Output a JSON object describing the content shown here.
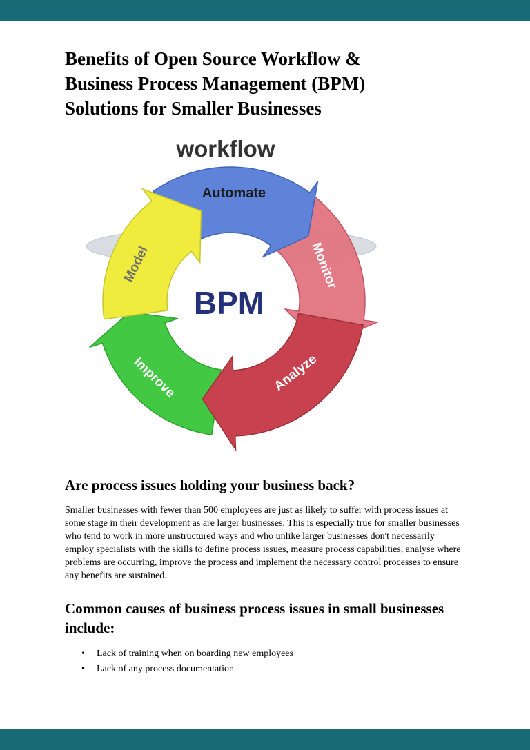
{
  "page": {
    "frame_color": "#186b76",
    "background": "#ffffff"
  },
  "article": {
    "title_lines": [
      "Benefits of Open Source Workflow &",
      "Business Process Management (BPM)",
      "Solutions for Smaller Businesses"
    ],
    "section1": {
      "heading": "Are process issues holding your business back?",
      "body": "Smaller businesses with fewer than 500 employees are just as likely to suffer with process issues at some stage in their development as are larger businesses. This is especially true for smaller businesses who tend to work in more unstructured ways and who unlike larger businesses don't necessarily employ specialists with the skills to define process issues, measure process capabilities, analyse where problems are occurring, improve the process and implement the necessary control processes to ensure any benefits are sustained."
    },
    "section2": {
      "heading": "Common causes of business process issues in small businesses include:",
      "bullets": [
        "Lack of training when on boarding new employees",
        "Lack of any process documentation"
      ]
    }
  },
  "diagram": {
    "top_label": "workflow",
    "center_label": "BPM",
    "labels": {
      "model": "Model",
      "automate": "Automate",
      "monitor": "Monitor",
      "analyze": "Analyze",
      "improve": "Improve"
    },
    "colors": {
      "model": "#f0ec3d",
      "automate": "#5f83d9",
      "monitor": "#e0747f",
      "analyze": "#c8414e",
      "improve": "#43c843",
      "center_text": "#233178",
      "workflow_text": "#333333",
      "band": "#d9dce1"
    }
  }
}
